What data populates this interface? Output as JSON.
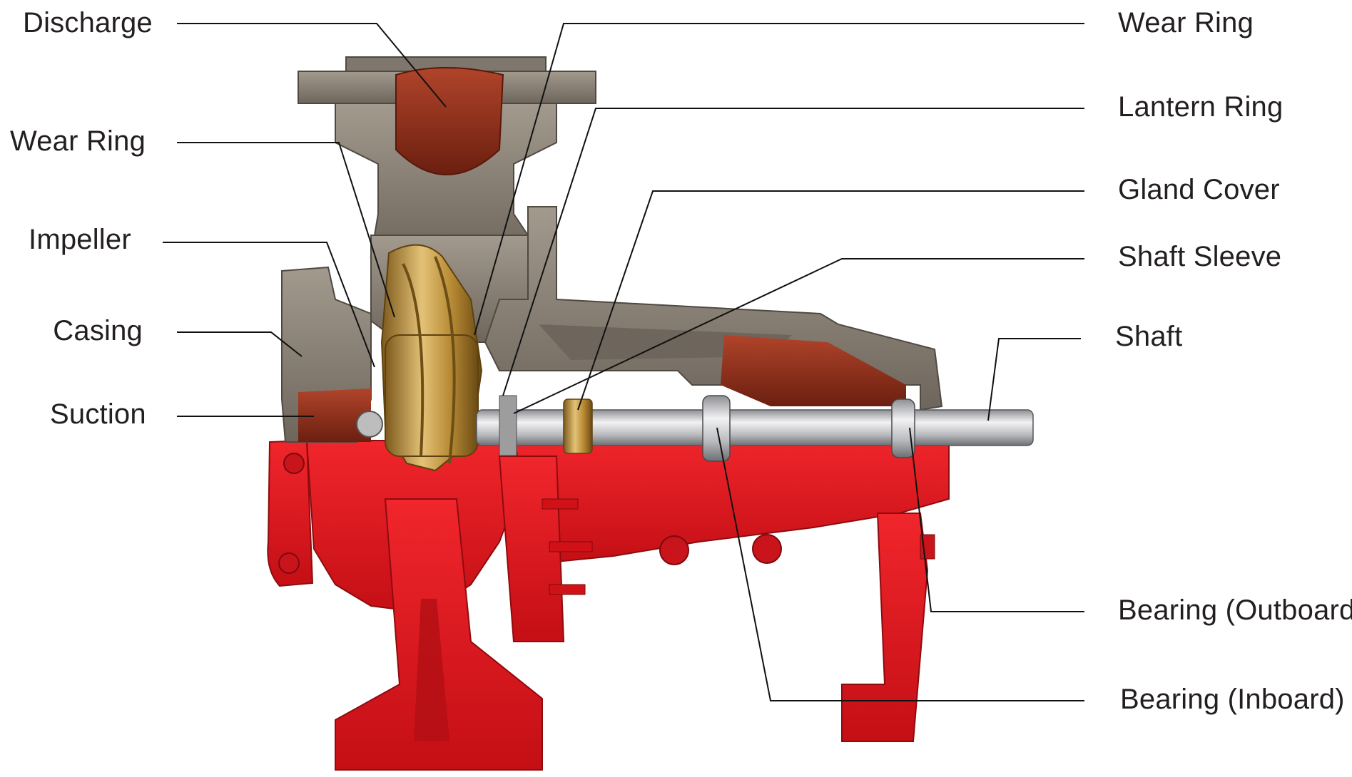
{
  "labels": {
    "discharge": "Discharge",
    "wear_ring_left": "Wear Ring",
    "impeller": "Impeller",
    "casing": "Casing",
    "suction": "Suction",
    "wear_ring_right": "Wear Ring",
    "lantern_ring": "Lantern Ring",
    "gland_cover": "Gland Cover",
    "shaft_sleeve": "Shaft Sleeve",
    "shaft": "Shaft",
    "bearing_outboard": "Bearing (Outboard)",
    "bearing_inboard": "Bearing (Inboard)"
  },
  "colors": {
    "pump_red": "#e3141b",
    "pump_red_dark": "#a80f14",
    "casing_gray": "#8b8378",
    "casing_gray_dark": "#5f5850",
    "interior_rust": "#8a2f1c",
    "impeller_brass": "#c9a24a",
    "shaft_steel": "#cfcfd2",
    "leader_line": "#111111"
  }
}
